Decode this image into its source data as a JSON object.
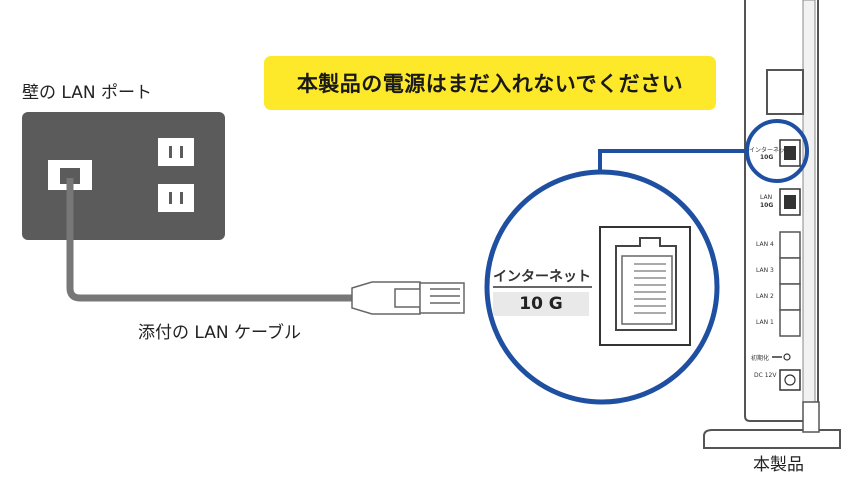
{
  "labels": {
    "wall_port": "壁の LAN ポート",
    "cable": "添付の LAN ケーブル",
    "product": "本製品",
    "warning": "本製品の電源はまだ入れないでください"
  },
  "zoom": {
    "port_label": "インターネット",
    "speed": "10 G"
  },
  "device_ports": {
    "internet_label": "インターネット",
    "internet_speed": "10G",
    "lan_label": "LAN",
    "lan_speed": "10G",
    "lan4": "LAN 4",
    "lan3": "LAN 3",
    "lan2": "LAN 2",
    "lan1": "LAN 1",
    "init": "初期化",
    "dc": "DC 12V"
  },
  "colors": {
    "wall_plate": "#5b5b5b",
    "cable": "#777777",
    "highlight_ring": "#1f4fa0",
    "warning_bg": "#fde92a"
  }
}
